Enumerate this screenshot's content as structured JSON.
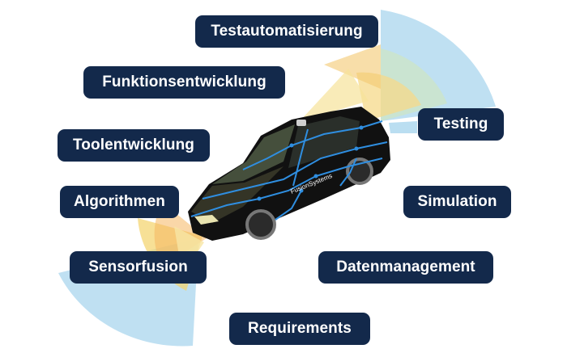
{
  "labels": {
    "testautomatisierung": "Testautomatisierung",
    "funktionsentwicklung": "Funktionsentwicklung",
    "toolentwicklung": "Toolentwicklung",
    "algorithmen": "Algorithmen",
    "sensorfusion": "Sensorfusion",
    "requirements": "Requirements",
    "datenmanagement": "Datenmanagement",
    "simulation": "Simulation",
    "testing": "Testing"
  },
  "car_logo": "FusionSystems",
  "colors": {
    "pill_bg": "#13294b",
    "pill_text": "#ffffff",
    "car_body": "#111111",
    "circuit": "#2f8ee0",
    "sensor_blue": "#a9d6ee",
    "sensor_yellow": "#f3d36a",
    "sensor_orange": "#f5b760"
  }
}
